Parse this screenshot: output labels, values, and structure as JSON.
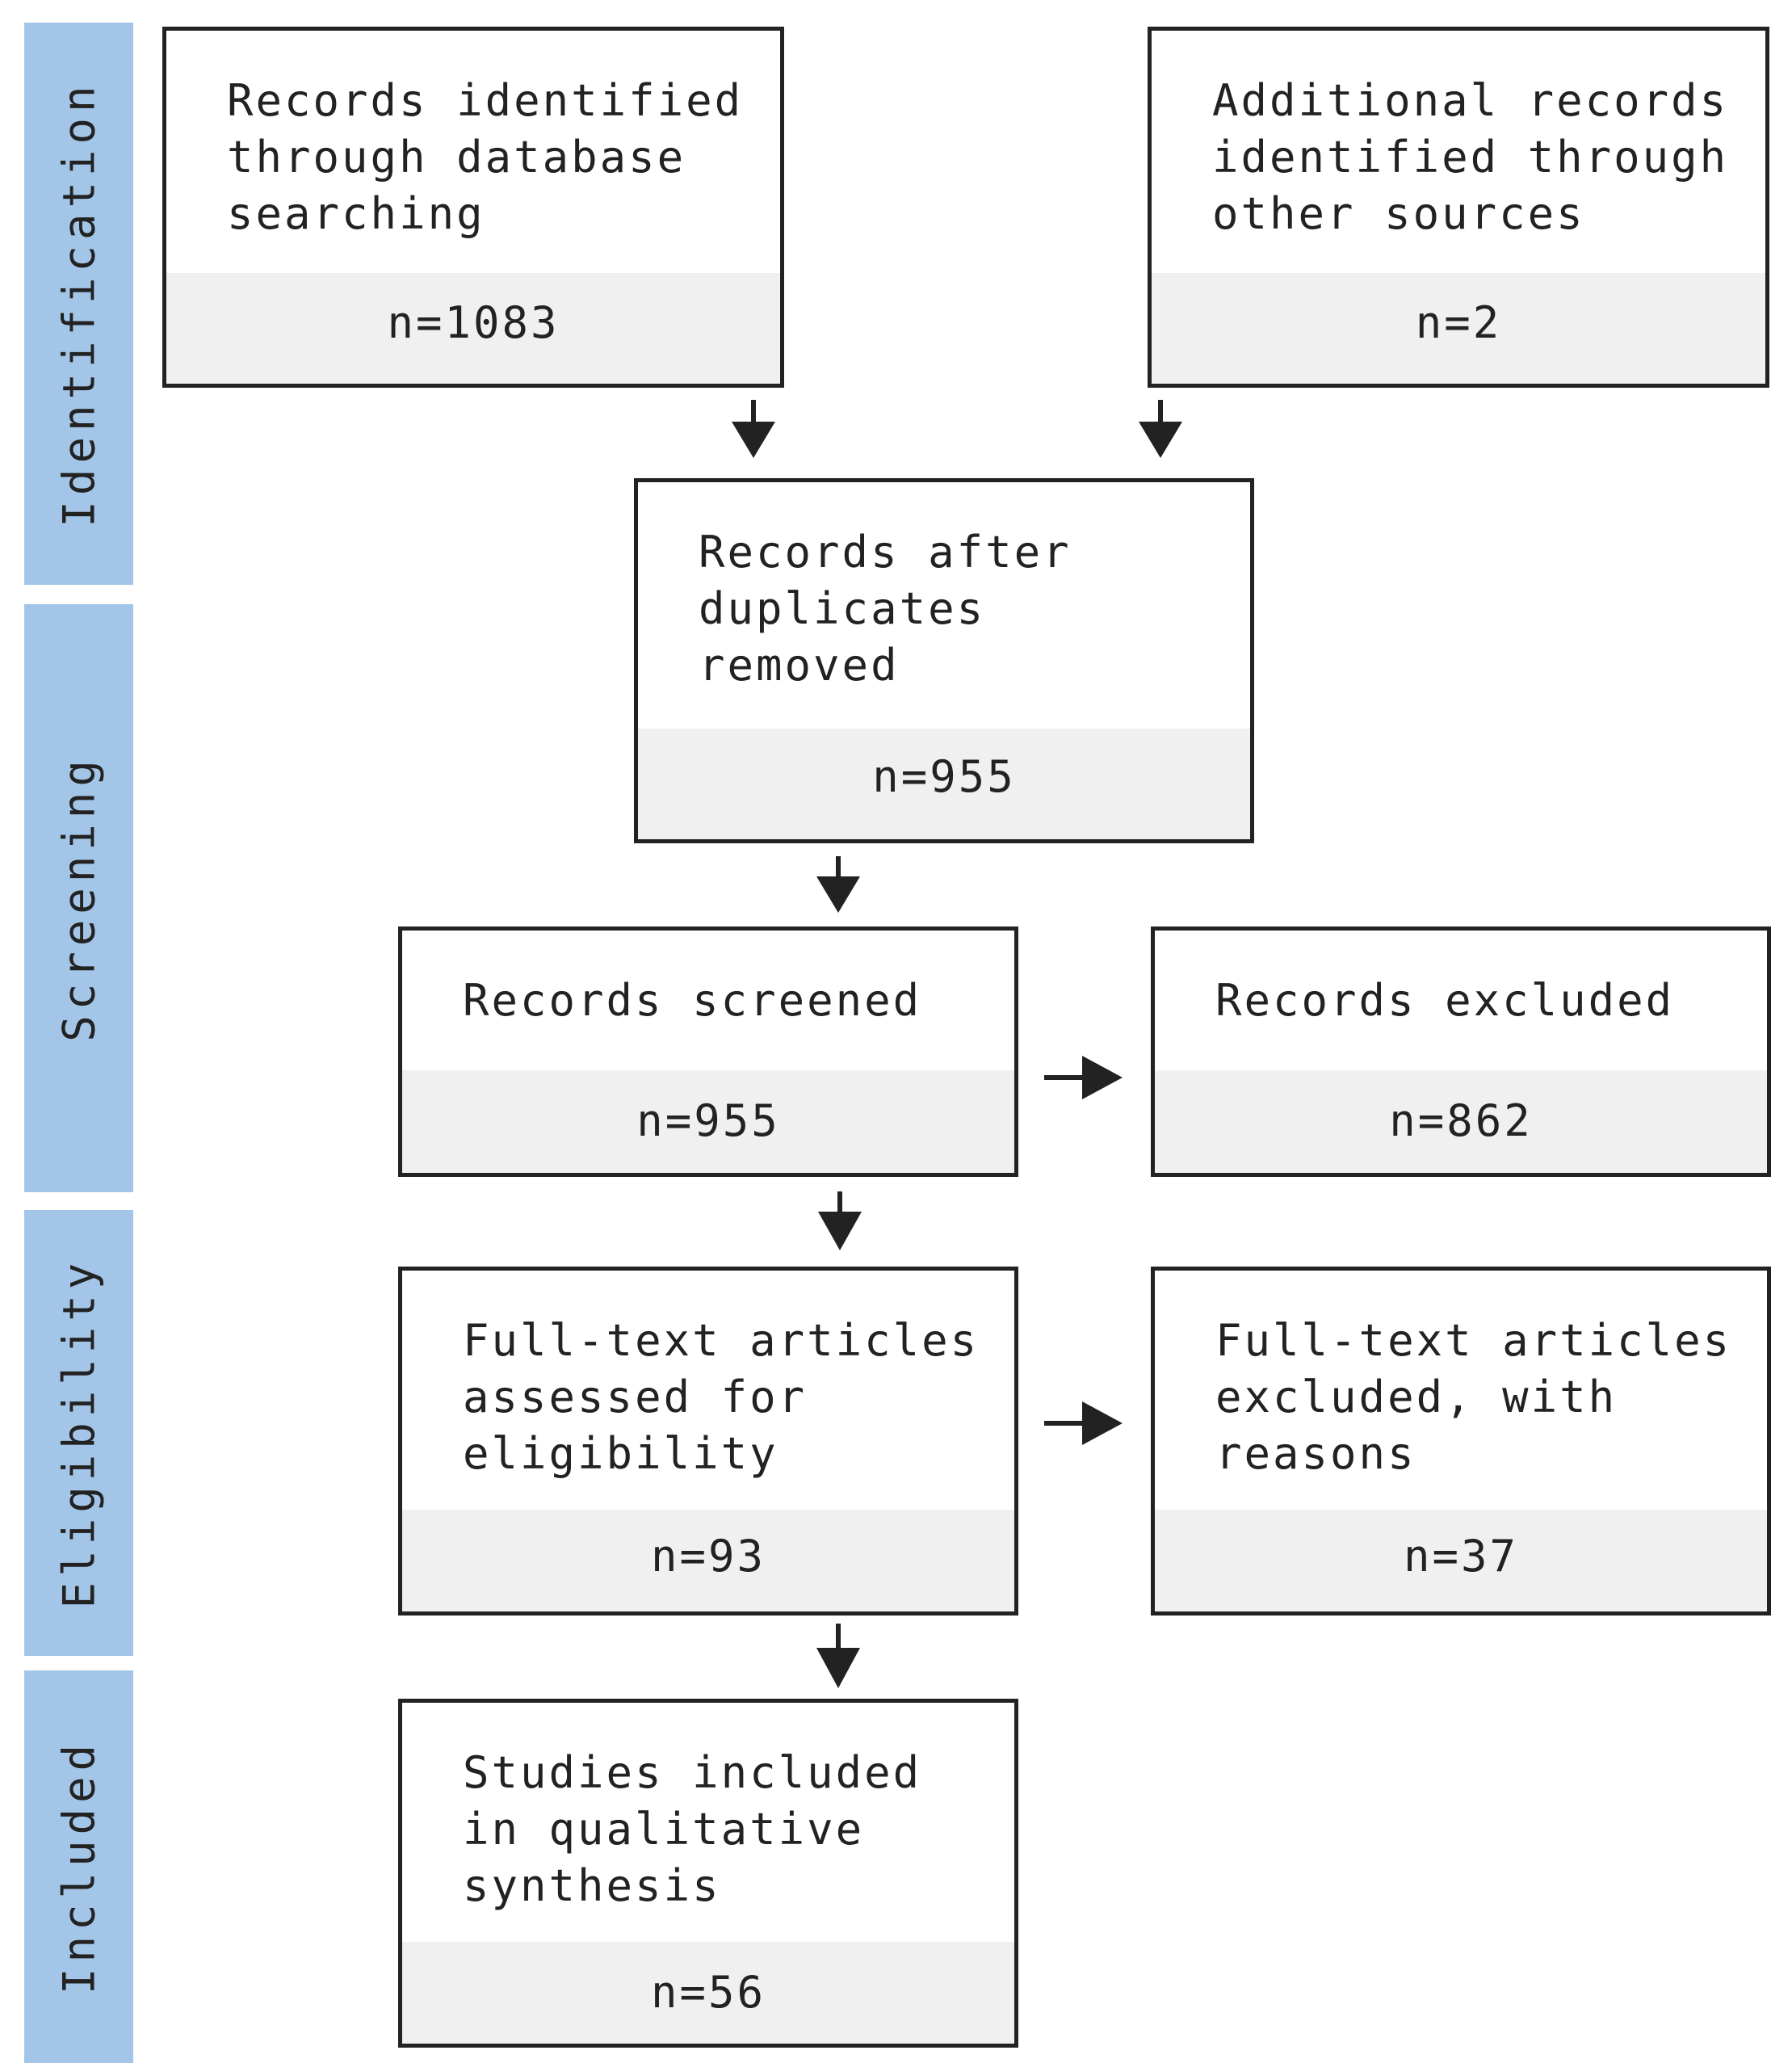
{
  "phases": [
    {
      "label": "Identification"
    },
    {
      "label": "Screening"
    },
    {
      "label": "Eligibility"
    },
    {
      "label": "Included"
    }
  ],
  "boxes": {
    "database_search": {
      "text": "Records identified\nthrough database\nsearching",
      "count": "n=1083"
    },
    "other_sources": {
      "text": "Additional records\nidentified through\nother sources",
      "count": "n=2"
    },
    "duplicates_removed": {
      "text": "Records after\nduplicates\nremoved",
      "count": "n=955"
    },
    "screened": {
      "text": "Records screened",
      "count": "n=955"
    },
    "excluded": {
      "text": "Records excluded",
      "count": "n=862"
    },
    "fulltext_assessed": {
      "text": "Full-text articles\nassessed for\neligibility",
      "count": "n=93"
    },
    "fulltext_excluded": {
      "text": "Full-text articles\nexcluded, with\nreasons",
      "count": "n=37"
    },
    "included": {
      "text": "Studies included\nin qualitative\nsynthesis",
      "count": "n=56"
    }
  },
  "colors": {
    "phase_bar": "#a3c6e8",
    "box_border": "#222222",
    "count_background": "#f0f0f0"
  }
}
